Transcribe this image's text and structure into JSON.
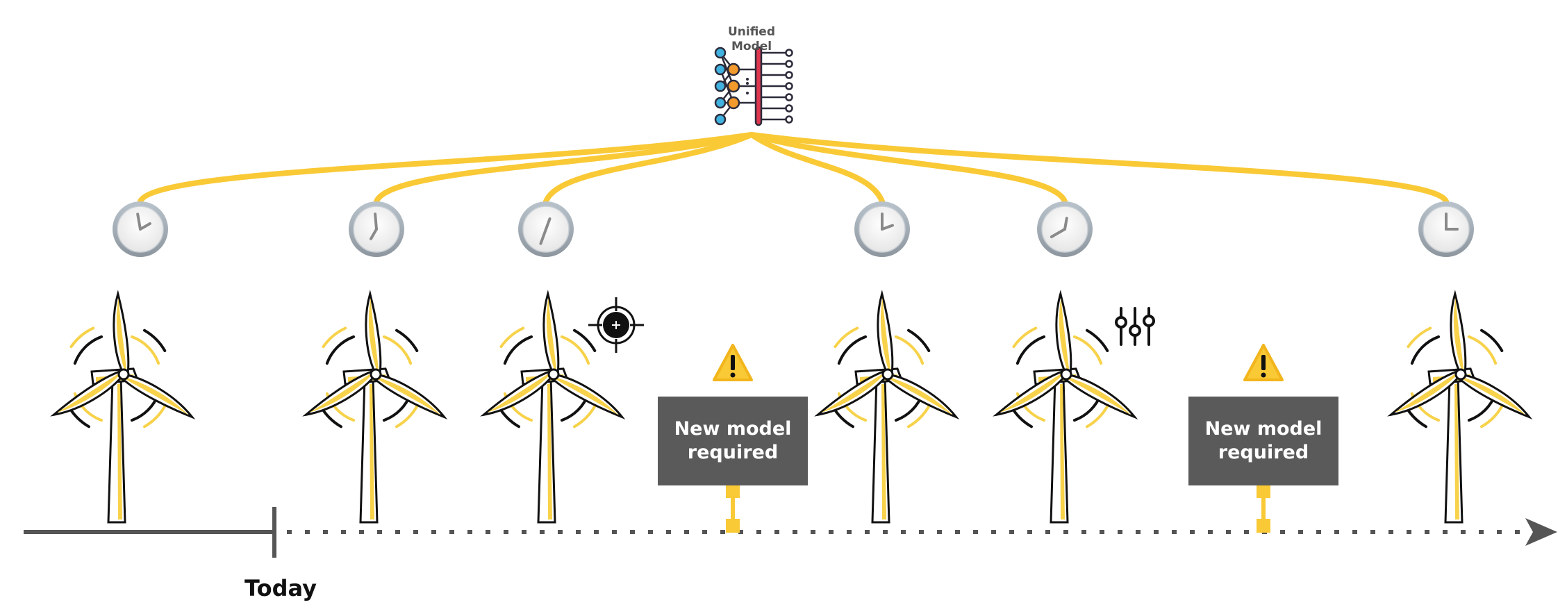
{
  "model": {
    "title_line1": "Unified",
    "title_line2": "Model",
    "icon": "neural-network-icon"
  },
  "notices": [
    {
      "line1": "New model",
      "line2": "required",
      "icon": "warning-icon"
    },
    {
      "line1": "New model",
      "line2": "required",
      "icon": "warning-icon"
    }
  ],
  "timeline": {
    "today_label": "Today"
  },
  "turbines": [
    {
      "icon": "wind-turbine-icon",
      "clock_icon": "clock-icon"
    },
    {
      "icon": "wind-turbine-icon",
      "clock_icon": "clock-icon"
    },
    {
      "icon": "wind-turbine-icon",
      "clock_icon": "clock-icon",
      "badge_icon": "target-icon"
    },
    {
      "icon": "wind-turbine-icon",
      "clock_icon": "clock-icon"
    },
    {
      "icon": "wind-turbine-icon",
      "clock_icon": "clock-icon",
      "badge_icon": "sliders-icon"
    },
    {
      "icon": "wind-turbine-icon",
      "clock_icon": "clock-icon"
    }
  ],
  "colors": {
    "connector": "#f9c936",
    "notice_bg": "#5a5a5a",
    "timeline": "#555555",
    "warning": "#f9c936",
    "turbine_accent": "#f7d24a"
  }
}
